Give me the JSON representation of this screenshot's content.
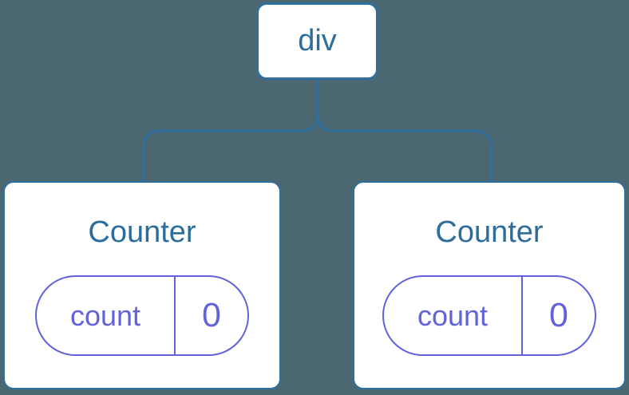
{
  "colors": {
    "canvas_bg": "#4b6872",
    "connector": "#2f709f",
    "node_border": "#2f709f",
    "node_text": "#2d6d9b",
    "state_indigo": "#6262dc",
    "card_bg": "#ffffff"
  },
  "tree": {
    "root": {
      "label": "div"
    },
    "children": [
      {
        "title": "Counter",
        "state": {
          "key": "count",
          "value": "0"
        }
      },
      {
        "title": "Counter",
        "state": {
          "key": "count",
          "value": "0"
        }
      }
    ]
  }
}
